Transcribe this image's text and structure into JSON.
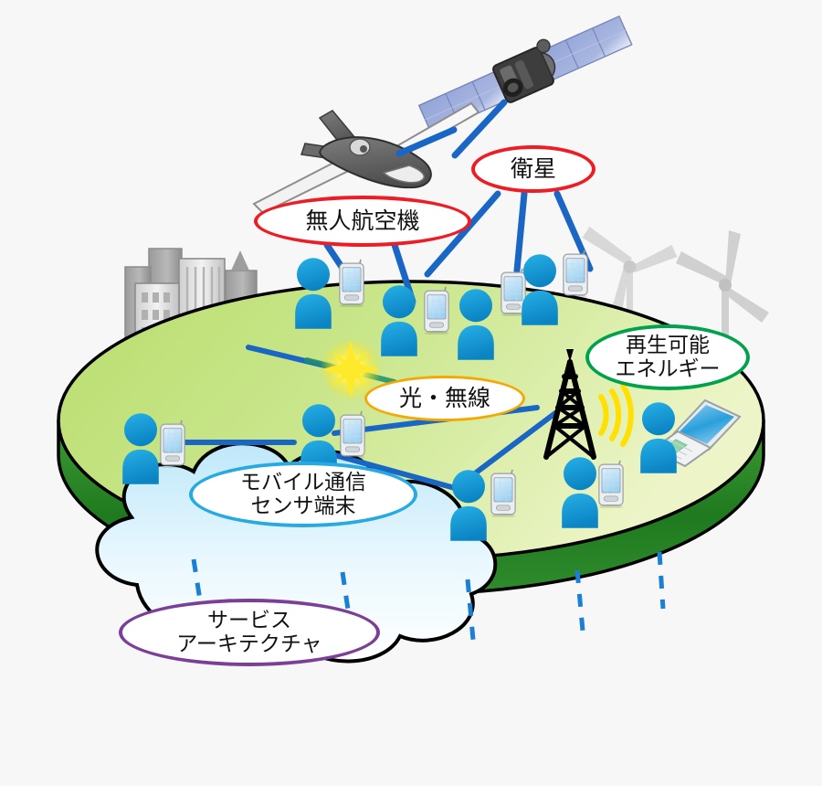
{
  "diagram": {
    "title": "Network Architecture Diagram",
    "background_color": "#f7f7f7",
    "labels": {
      "uav": {
        "text": "無人航空機",
        "outline_color": "#ee1c25",
        "icon": "uav-aircraft-icon"
      },
      "satellite": {
        "text": "衛星",
        "outline_color": "#ee1c25",
        "icon": "satellite-icon"
      },
      "renewable_energy": {
        "line1": "再生可能",
        "line2": "エネルギー",
        "outline_color": "#00a24b",
        "icon": "wind-turbine-icon"
      },
      "optical_wireless": {
        "text": "光・無線",
        "outline_color": "#f5a800",
        "icon": "sparkle-icon"
      },
      "mobile_sensor": {
        "line1": "モバイル通信",
        "line2": "センサ端末",
        "outline_color": "#27aae1",
        "icon": "pda-icon"
      },
      "service_architecture": {
        "line1": "サービス",
        "line2": "アーキテクチャ",
        "outline_color": "#7b3f98",
        "icon": "cloud-icon"
      }
    },
    "colors": {
      "disk_top": "#c6e384",
      "disk_top_light": "#e8f2c0",
      "disk_side": "#2e8b2e",
      "person": "#1b9fd8",
      "link_line": "#1a66c4",
      "dashed_link": "#1b7fd4",
      "cloud_fill": "#d6f0fb",
      "tower": "#111111",
      "signal_wave": "#ffe000",
      "sparkle": "#ffe92b",
      "building": "#a8a8a8",
      "turbine": "#d9d9d9",
      "satellite_panel": "#8e9fd4",
      "satellite_body": "#4a4a4a"
    },
    "elements": {
      "satellite": "satellite-icon",
      "uav": "uav-aircraft-icon",
      "city": "city-buildings-icon",
      "turbines": [
        "wind-turbine-icon",
        "wind-turbine-icon"
      ],
      "tower": "cell-tower-icon",
      "laptop": "laptop-icon",
      "cloud": "cloud-icon",
      "people_count": 10,
      "pda_count": 7
    }
  }
}
